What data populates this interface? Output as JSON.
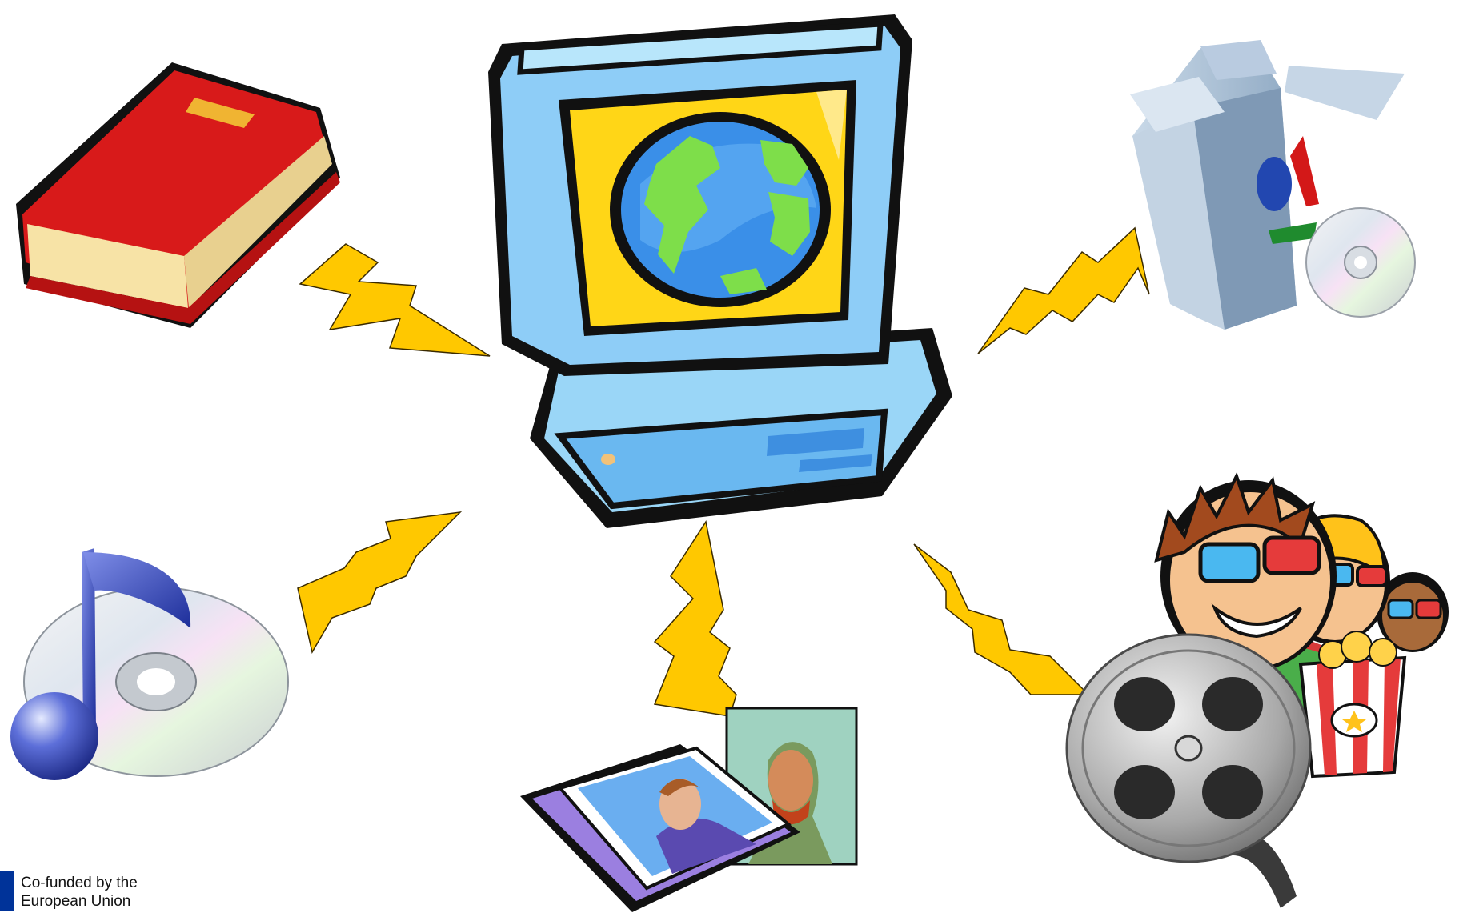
{
  "footer": {
    "line1": "Co-funded by the",
    "line2": "European Union",
    "flag_color": "#003399"
  },
  "colors": {
    "bolt": "#ffc800",
    "monitor": "#8ecdf7",
    "globe_land": "#7ede4a",
    "book_red": "#d81a1a"
  },
  "items": [
    {
      "id": "computer",
      "icon": "computer-globe-icon"
    },
    {
      "id": "book",
      "icon": "book-icon"
    },
    {
      "id": "software",
      "icon": "software-box-icon"
    },
    {
      "id": "music",
      "icon": "music-cd-icon"
    },
    {
      "id": "pictures",
      "icon": "pictures-icon"
    },
    {
      "id": "movies",
      "icon": "movies-icon"
    }
  ]
}
